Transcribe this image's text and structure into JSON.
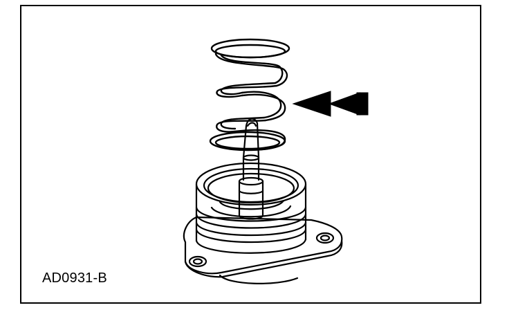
{
  "figure": {
    "id_label": "AD0931-B"
  },
  "parts": {
    "spring": "coil-spring",
    "pointer": "double-arrow",
    "body": "valve-housing-with-stem"
  },
  "colors": {
    "line": "#000000",
    "paper": "#ffffff",
    "fill": "#ffffff"
  }
}
